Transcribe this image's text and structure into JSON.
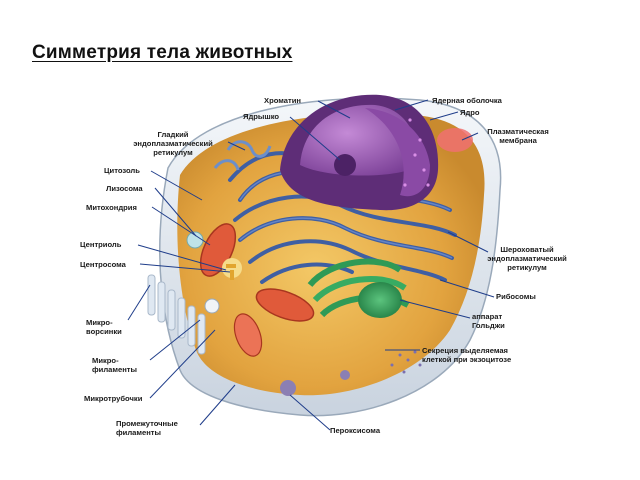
{
  "slide": {
    "title": "Симметрия тела животных"
  },
  "labels": {
    "chromatin": "Хроматин",
    "nucleolus": "Ядрышко",
    "smooth_er_1": "Гладкий",
    "smooth_er_2": "эндоплазматический",
    "smooth_er_3": "ретикулум",
    "cytosol": "Цитозоль",
    "lysosome": "Лизосома",
    "mitochondrion": "Митохондрия",
    "centriole": "Центриоль",
    "centrosome": "Центросома",
    "microvilli_1": "Микро-",
    "microvilli_2": "ворсинки",
    "microfilaments_1": "Микро-",
    "microfilaments_2": "филаменты",
    "microtubules": "Микротрубочки",
    "intermediate_1": "Промежуточные",
    "intermediate_2": "филаменты",
    "nuclear_envelope": "Ядерная оболочка",
    "nucleus": "Ядро",
    "plasma_membrane_1": "Плазматическая",
    "plasma_membrane_2": "мембрана",
    "rough_er_1": "Шероховатый",
    "rough_er_2": "эндоплазматический",
    "rough_er_3": "ретикулум",
    "ribosomes": "Рибосомы",
    "golgi_1": "аппарат",
    "golgi_2": "Гольджи",
    "secretion_1": "Секреция выделяемая",
    "secretion_2": "клеткой при экзоцитозе",
    "peroxisome": "Пероксисома"
  },
  "colors": {
    "cytoplasm": "#e8b24a",
    "membrane": "#dfe6ee",
    "nucleus": "#9b5bb5",
    "er": "#4a6fb0",
    "mito": "#e05a3a",
    "golgi": "#2f9a56",
    "leader": "#1f3d8a"
  }
}
